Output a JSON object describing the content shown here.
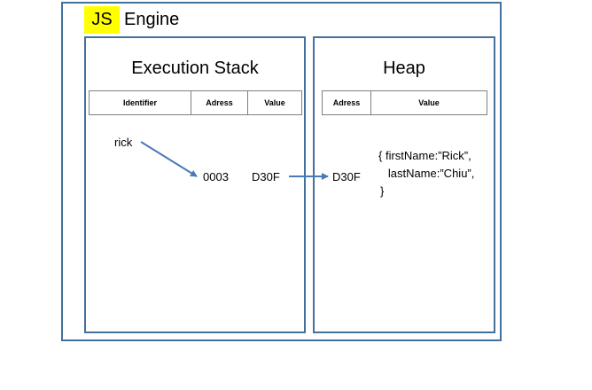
{
  "engine": {
    "badge": "JS",
    "label": "Engine"
  },
  "stack": {
    "title": "Execution Stack",
    "columns": [
      "Identifier",
      "Adress",
      "Value"
    ],
    "identifier": "rick",
    "address": "0003",
    "value": "D30F"
  },
  "heap": {
    "title": "Heap",
    "columns": [
      "Adress",
      "Value"
    ],
    "address": "D30F",
    "object_lines": [
      "{ firstName:”Rick”,",
      "   lastName:”Chiu”,",
      "}"
    ]
  },
  "colors": {
    "frame": "#41719c",
    "arrow": "#4a7ab5",
    "badge": "#ffff00"
  }
}
